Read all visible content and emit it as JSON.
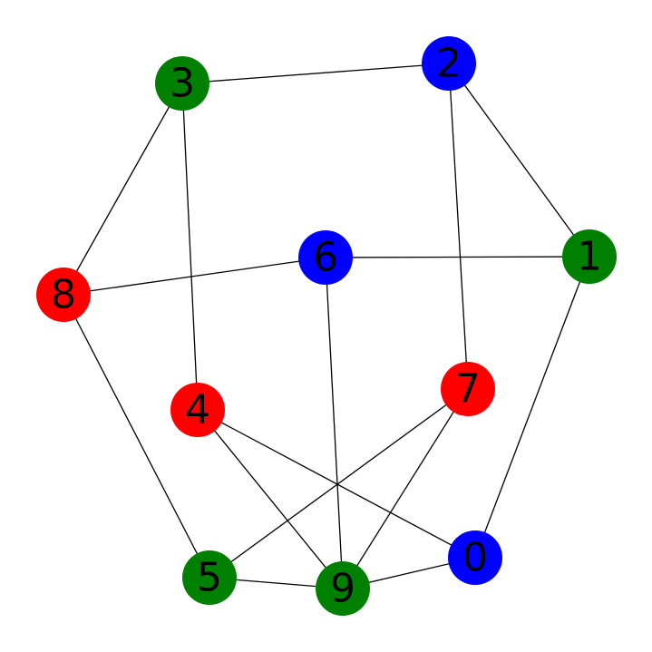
{
  "graph": {
    "nodes": [
      {
        "id": "0",
        "color": "#0000ff"
      },
      {
        "id": "1",
        "color": "#008000"
      },
      {
        "id": "2",
        "color": "#0000ff"
      },
      {
        "id": "3",
        "color": "#008000"
      },
      {
        "id": "4",
        "color": "#ff0000"
      },
      {
        "id": "5",
        "color": "#008000"
      },
      {
        "id": "6",
        "color": "#0000ff"
      },
      {
        "id": "7",
        "color": "#ff0000"
      },
      {
        "id": "8",
        "color": "#ff0000"
      },
      {
        "id": "9",
        "color": "#008000"
      }
    ],
    "edges": [
      [
        "3",
        "2"
      ],
      [
        "2",
        "1"
      ],
      [
        "2",
        "7"
      ],
      [
        "3",
        "8"
      ],
      [
        "3",
        "4"
      ],
      [
        "6",
        "1"
      ],
      [
        "8",
        "6"
      ],
      [
        "1",
        "0"
      ],
      [
        "8",
        "5"
      ],
      [
        "6",
        "9"
      ],
      [
        "4",
        "9"
      ],
      [
        "4",
        "0"
      ],
      [
        "7",
        "5"
      ],
      [
        "7",
        "9"
      ],
      [
        "5",
        "9"
      ],
      [
        "9",
        "0"
      ]
    ]
  }
}
